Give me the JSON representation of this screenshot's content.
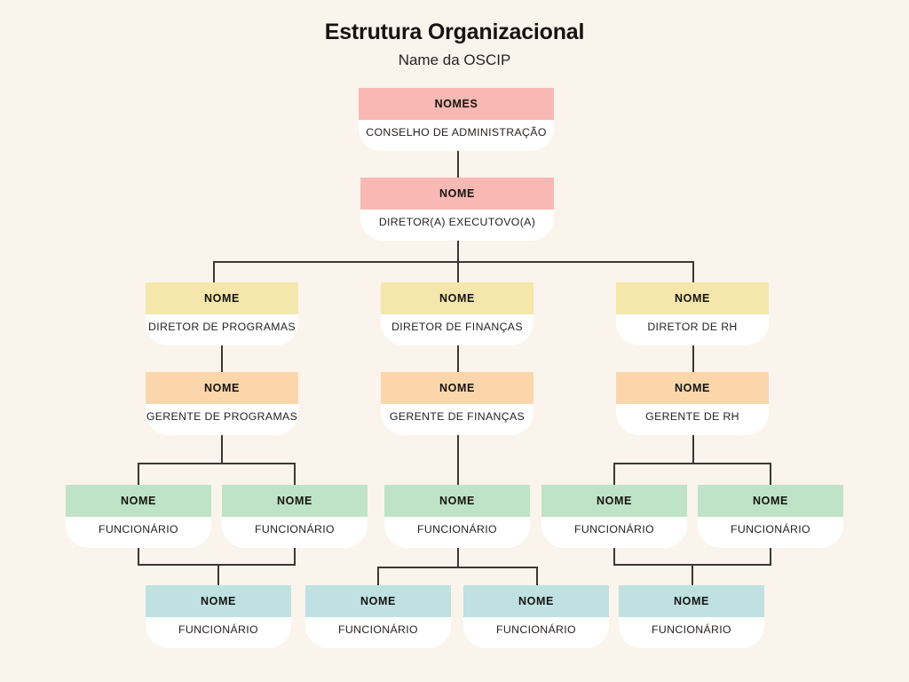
{
  "header": {
    "title": "Estrutura Organizacional",
    "subtitle": "Name da OSCIP"
  },
  "colors": {
    "background": "#fbf4ec",
    "board_pink": "#f8b8b3",
    "director_yellow": "#f5e7ab",
    "manager_orange": "#fbd6ad",
    "staff_green": "#bfe3c6",
    "staff_blue": "#bfe1e1",
    "body_white": "#ffffff",
    "connector": "#3b3733",
    "text": "#15120f"
  },
  "levels": {
    "board": {
      "name_label": "NOMES",
      "role_label": "CONSELHO DE ADMINISTRAÇÃO"
    },
    "executive": {
      "name_label": "NOME",
      "role_label": "DIRETOR(A) EXECUTOVO(A)"
    },
    "directors": [
      {
        "name_label": "NOME",
        "role_label": "DIRETOR DE PROGRAMAS"
      },
      {
        "name_label": "NOME",
        "role_label": "DIRETOR DE FINANÇAS"
      },
      {
        "name_label": "NOME",
        "role_label": "DIRETOR DE RH"
      }
    ],
    "managers": [
      {
        "name_label": "NOME",
        "role_label": "GERENTE DE PROGRAMAS"
      },
      {
        "name_label": "NOME",
        "role_label": "GERENTE DE FINANÇAS"
      },
      {
        "name_label": "NOME",
        "role_label": "GERENTE DE RH"
      }
    ],
    "staff_green": [
      {
        "name_label": "NOME",
        "role_label": "FUNCIONÁRIO"
      },
      {
        "name_label": "NOME",
        "role_label": "FUNCIONÁRIO"
      },
      {
        "name_label": "NOME",
        "role_label": "FUNCIONÁRIO"
      },
      {
        "name_label": "NOME",
        "role_label": "FUNCIONÁRIO"
      },
      {
        "name_label": "NOME",
        "role_label": "FUNCIONÁRIO"
      }
    ],
    "staff_blue": [
      {
        "name_label": "NOME",
        "role_label": "FUNCIONÁRIO"
      },
      {
        "name_label": "NOME",
        "role_label": "FUNCIONÁRIO"
      },
      {
        "name_label": "NOME",
        "role_label": "FUNCIONÁRIO"
      },
      {
        "name_label": "NOME",
        "role_label": "FUNCIONÁRIO"
      }
    ]
  }
}
